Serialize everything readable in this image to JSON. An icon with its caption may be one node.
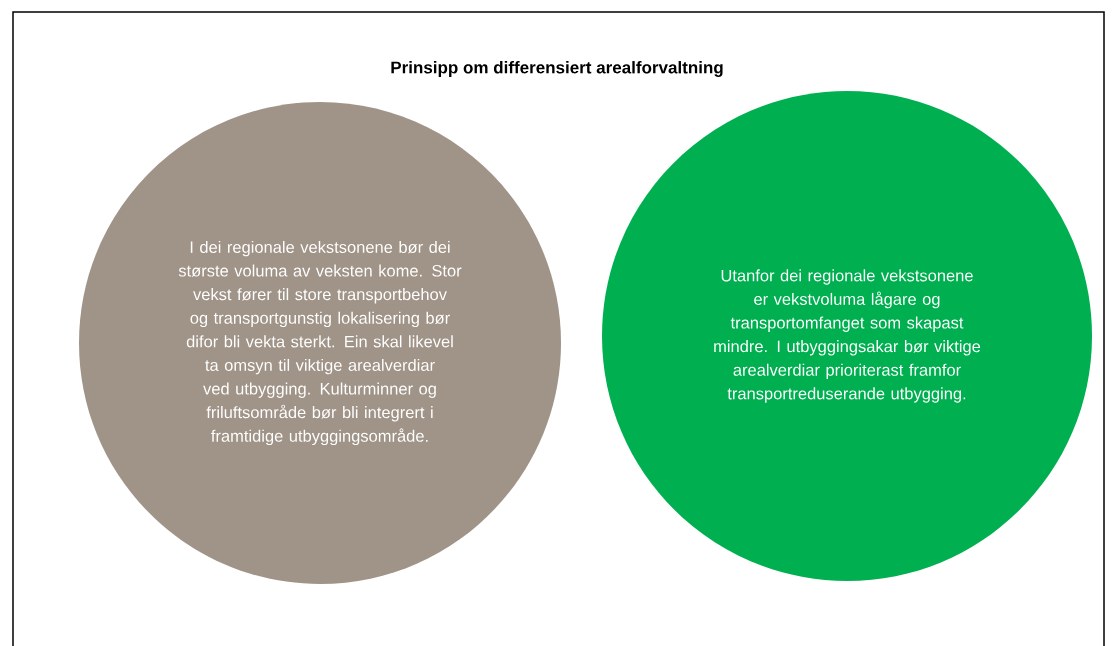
{
  "diagram": {
    "title": "Prinsipp om differensiert arealforvaltning",
    "nodes": [
      {
        "text": [
          "I dei regionale vekstsonene bør dei største voluma av veksten kome. Stor vekst fører til store transportbehov og transportgunstig lokalisering bør difor bli vekta sterkt.  Ein skal likevel ta omsyn til viktige arealverdiar ved utbygging. Kulturminner og friluftsområde bør bli integrert i framtidige utbyggingsområde."
        ]
      },
      {
        "text": [
          "Utanfor dei regionale vekstsonene er vekstvoluma lågare og transportomfanget som skapast mindre. I utbyggingsakar bør viktige arealverdiar prioriterast framfor transportreduserande utbygging."
        ]
      }
    ]
  }
}
